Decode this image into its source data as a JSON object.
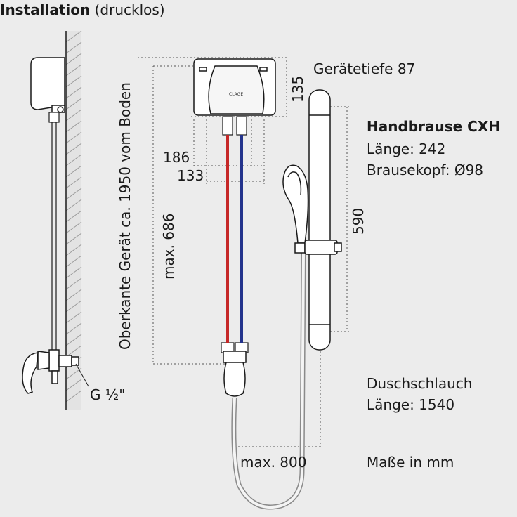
{
  "title": {
    "main": "Installation",
    "sub": "(drucklos)"
  },
  "labels": {
    "device_depth": "Gerätetiefe 87",
    "height_135": "135",
    "width_186": "186",
    "width_133": "133",
    "max_686": "max. 686",
    "top_edge": "Oberkante Gerät ca. 1950 vom Boden",
    "bar_590": "590",
    "thread": "G ½\"",
    "max_800": "max. 800",
    "units": "Maße in mm"
  },
  "handshower": {
    "title": "Handbrause CXH",
    "length": "Länge: 242",
    "head": "Brausekopf: Ø98"
  },
  "hose": {
    "title": "Duschschlauch",
    "length": "Länge: 1540"
  },
  "device_logo": "CLAGE",
  "colors": {
    "background": "#ececec",
    "hot_pipe": "#c62828",
    "cold_pipe": "#23338c",
    "ink": "#1a1a1a",
    "dim": "#555555"
  }
}
